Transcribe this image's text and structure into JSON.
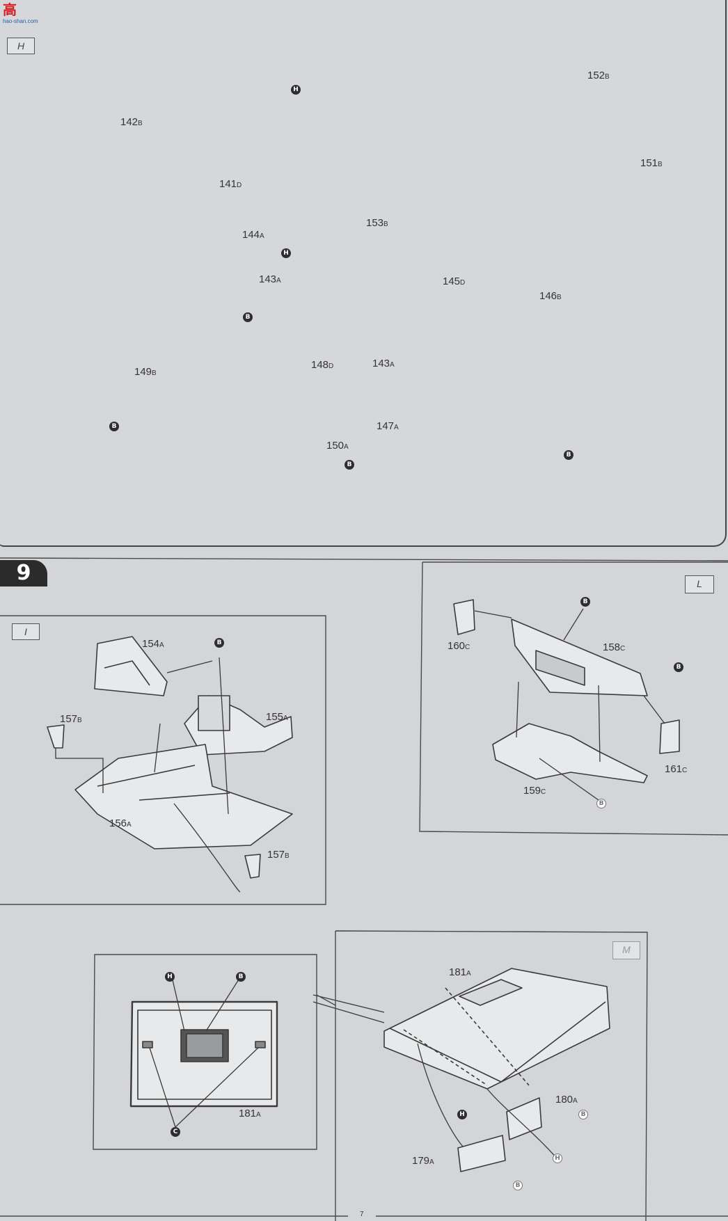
{
  "brand": {
    "logo_text": "高",
    "logo_sub": "hao-shan.com"
  },
  "step_number": "9",
  "page_number": "7",
  "panels": {
    "H": {
      "label": "H"
    },
    "I": {
      "label": "I"
    },
    "L": {
      "label": "L"
    },
    "M": {
      "label": "M"
    }
  },
  "parts": [
    {
      "id": "p152",
      "num": "152",
      "sub": "B"
    },
    {
      "id": "p142",
      "num": "142",
      "sub": "B"
    },
    {
      "id": "p151",
      "num": "151",
      "sub": "B"
    },
    {
      "id": "p141",
      "num": "141",
      "sub": "D"
    },
    {
      "id": "p153",
      "num": "153",
      "sub": "B"
    },
    {
      "id": "p144",
      "num": "144",
      "sub": "A"
    },
    {
      "id": "p143a",
      "num": "143",
      "sub": "A"
    },
    {
      "id": "p145",
      "num": "145",
      "sub": "D"
    },
    {
      "id": "p146",
      "num": "146",
      "sub": "B"
    },
    {
      "id": "p149",
      "num": "149",
      "sub": "B"
    },
    {
      "id": "p148",
      "num": "148",
      "sub": "D"
    },
    {
      "id": "p143b",
      "num": "143",
      "sub": "A"
    },
    {
      "id": "p147",
      "num": "147",
      "sub": "A"
    },
    {
      "id": "p150",
      "num": "150",
      "sub": "A"
    },
    {
      "id": "p154",
      "num": "154",
      "sub": "A"
    },
    {
      "id": "p155",
      "num": "155",
      "sub": "A"
    },
    {
      "id": "p157a",
      "num": "157",
      "sub": "B"
    },
    {
      "id": "p156",
      "num": "156",
      "sub": "A"
    },
    {
      "id": "p157b",
      "num": "157",
      "sub": "B"
    },
    {
      "id": "p160",
      "num": "160",
      "sub": "C"
    },
    {
      "id": "p158",
      "num": "158",
      "sub": "C"
    },
    {
      "id": "p161",
      "num": "161",
      "sub": "C"
    },
    {
      "id": "p159",
      "num": "159",
      "sub": "C"
    },
    {
      "id": "p181a",
      "num": "181",
      "sub": "A"
    },
    {
      "id": "p181b",
      "num": "181",
      "sub": "A"
    },
    {
      "id": "p180",
      "num": "180",
      "sub": "A"
    },
    {
      "id": "p179",
      "num": "179",
      "sub": "A"
    }
  ],
  "markers": [
    {
      "id": "m1",
      "letter": "H",
      "style": "dark"
    },
    {
      "id": "m2",
      "letter": "H",
      "style": "dark"
    },
    {
      "id": "m3",
      "letter": "B",
      "style": "dark"
    },
    {
      "id": "m4",
      "letter": "B",
      "style": "dark"
    },
    {
      "id": "m5",
      "letter": "B",
      "style": "dark"
    },
    {
      "id": "m6",
      "letter": "B",
      "style": "dark"
    },
    {
      "id": "m7",
      "letter": "B",
      "style": "dark"
    },
    {
      "id": "m8",
      "letter": "B",
      "style": "dark"
    },
    {
      "id": "m9",
      "letter": "B",
      "style": "dark"
    },
    {
      "id": "m10",
      "letter": "B",
      "style": "light"
    },
    {
      "id": "m11",
      "letter": "H",
      "style": "dark"
    },
    {
      "id": "m12",
      "letter": "B",
      "style": "dark"
    },
    {
      "id": "m13",
      "letter": "C",
      "style": "dark"
    },
    {
      "id": "m14",
      "letter": "H",
      "style": "dark"
    },
    {
      "id": "m15",
      "letter": "B",
      "style": "light"
    },
    {
      "id": "m16",
      "letter": "H",
      "style": "light"
    },
    {
      "id": "m17",
      "letter": "B",
      "style": "light"
    }
  ]
}
